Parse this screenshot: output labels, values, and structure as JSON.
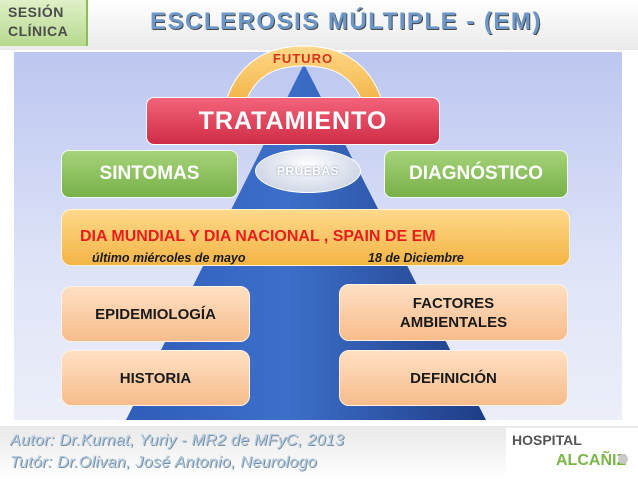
{
  "header": {
    "session_line1": "SESIÓN",
    "session_line2": "CLÍNICA",
    "title": "ESCLEROSIS  MÚLTIPLE  - (EM)"
  },
  "diagram": {
    "arc_label": "FUTURO",
    "tratamiento": "TRATAMIENTO",
    "sintomas": "SINTOMAS",
    "pruebas": "PRUEBAS",
    "diagnostico": "DIAGNÓSTICO",
    "band": {
      "title": "DIA MUNDIAL Y DIA NACIONAL , SPAIN DE EM",
      "left_sub": "último miércoles de mayo",
      "right_sub": "18 de Diciembre"
    },
    "epidemiologia": "EPIDEMIOLOGÍA",
    "factores": [
      "FACTORES",
      "AMBIENTALES"
    ],
    "historia": "HISTORIA",
    "definicion": "DEFINICIÓN"
  },
  "footer": {
    "author": "Autor: Dr.Kurnat, Yuriy - MR2 de MFyC, 2013",
    "tutor": "Tutór: Dr.Olivan, José Antonio, Neurologo",
    "logo_top": "HOSPITAL",
    "logo_bottom": "ALCAÑIZ"
  },
  "colors": {
    "title_blue": "#6b97c9",
    "tratamiento_red": "#cf2c46",
    "green_box": "#78b048",
    "band_gold": "#f3b445",
    "band_text_red": "#e61e1e",
    "peach_box": "#f7bc8b",
    "pyramid_blue": "#2c4a96",
    "arc_gold": "#f3b445"
  }
}
